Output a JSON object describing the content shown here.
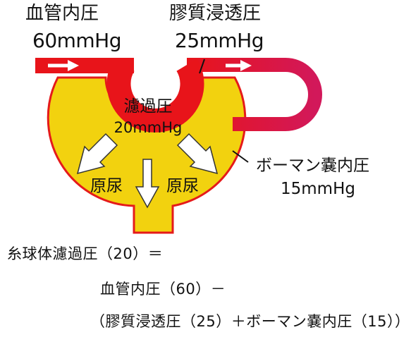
{
  "labels": {
    "blood_pressure_name": "血管内圧",
    "blood_pressure_value": "60mmHg",
    "oncotic_pressure_name": "膠質浸透圧",
    "oncotic_pressure_value": "25mmHg",
    "filtration_pressure_name": "濾過圧",
    "filtration_pressure_value": "20mmHg",
    "capsule_pressure_name": "ボーマン嚢内圧",
    "capsule_pressure_value": "15mmHg",
    "primary_urine_left": "原尿",
    "primary_urine_right": "原尿"
  },
  "formula": {
    "line1": "糸球体濾過圧（20）＝",
    "line2": "血管内圧（60）－",
    "line3": "（膠質浸透圧（25）＋ボーマン嚢内圧（15））"
  },
  "colors": {
    "capsule_fill": "#f2d20f",
    "capsule_outline": "#e51a1a",
    "vessel_red": "#e8141a",
    "vessel_magenta": "#d2185a",
    "arrow_white": "#ffffff",
    "arrow_stroke": "#333333",
    "text": "#111111"
  }
}
